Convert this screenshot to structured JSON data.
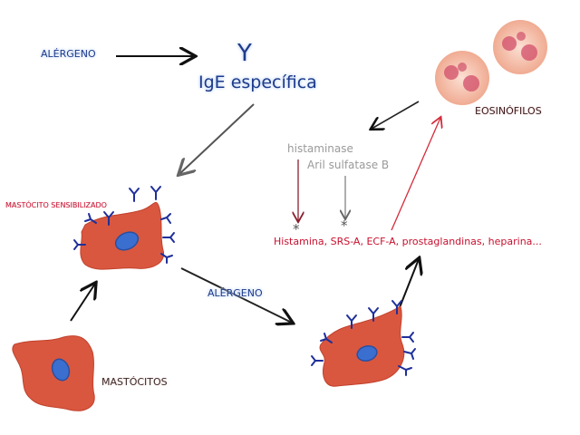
{
  "labels": {
    "alergeno_top": "ALÉRGENO",
    "ige_symbol": "Y",
    "ige": "IgE específica",
    "mastocito_sensibilizado": "MASTÓCITO SENSIBILIZADO",
    "alergeno_mid": "ALÉRGENO",
    "mastocitos": "MASTÓCITOS",
    "eosinofilos": "EOSINÓFILOS",
    "histaminase": "histaminase",
    "aril": "Aril sulfatase B",
    "mediators": "Histamina, SRS-A, ECF-A, prostaglandinas, heparina...",
    "asterisk_1": "*",
    "asterisk_2": "*"
  },
  "colors": {
    "cell": "#d9573f",
    "nucleus": "#3a6fd0",
    "receptor": "#1e2f9a",
    "label_blue": "#1e3a8a",
    "label_red": "#c8102e",
    "eos_pink": "#f2b8a8",
    "eos_granule": "#d14d6a"
  }
}
